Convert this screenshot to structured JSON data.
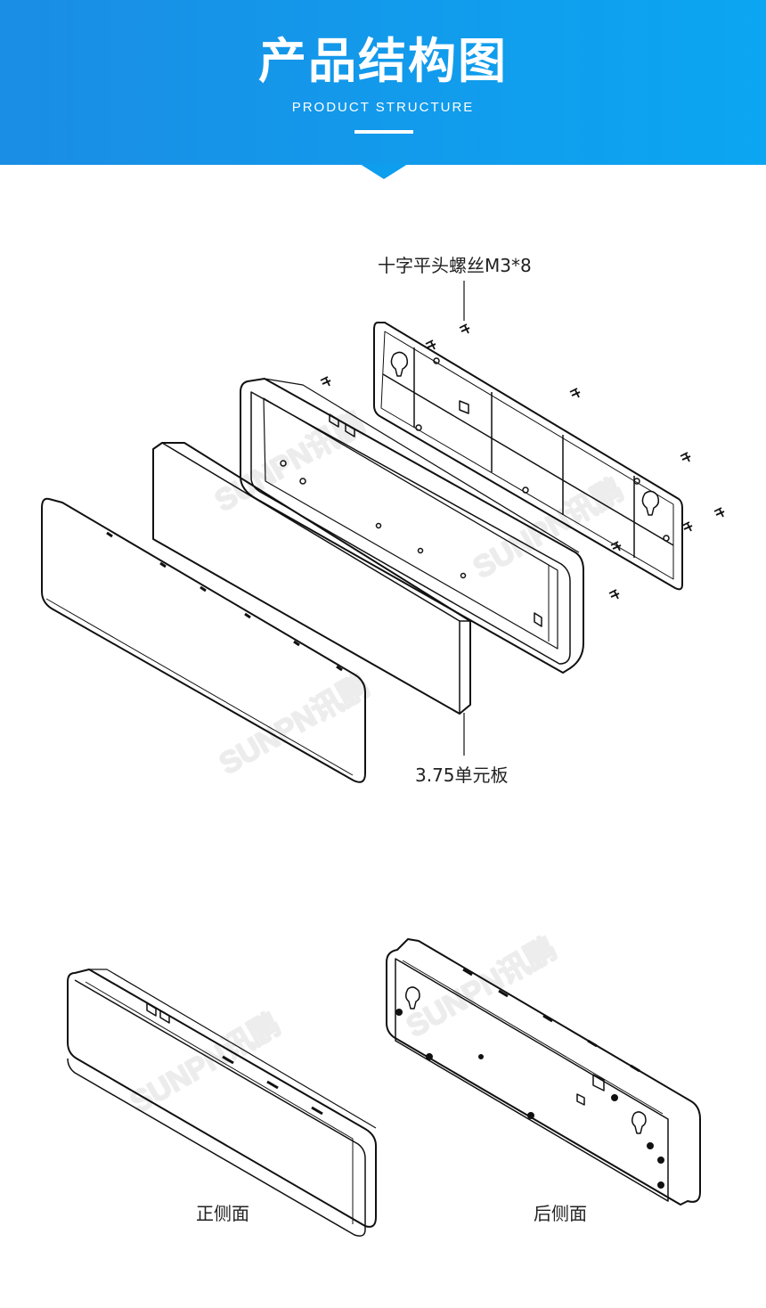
{
  "header": {
    "title": "产品结构图",
    "subtitle": "PRODUCT STRUCTURE"
  },
  "labels": {
    "screw": "十字平头螺丝M3*8",
    "unit_board": "3.75单元板",
    "front_side": "正侧面",
    "rear_side": "后侧面"
  },
  "watermark": {
    "text": "SUNPN讯鹏"
  },
  "colors": {
    "banner_start": "#1a8de4",
    "banner_end": "#0ba6f2",
    "line": "#111111"
  }
}
